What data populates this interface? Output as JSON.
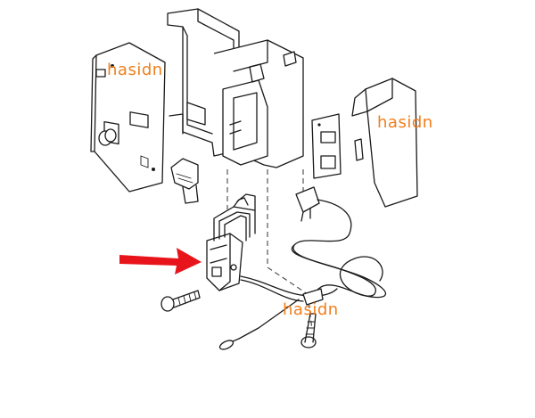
{
  "watermarks": [
    "hasidn",
    "hasidn",
    "hasidn"
  ],
  "colors": {
    "arrow": "#e8141c",
    "watermark": "#f07f1c",
    "line": "#1a1a1a"
  },
  "pointer": {
    "icon": "red-arrow-icon",
    "target": "switch-module"
  }
}
